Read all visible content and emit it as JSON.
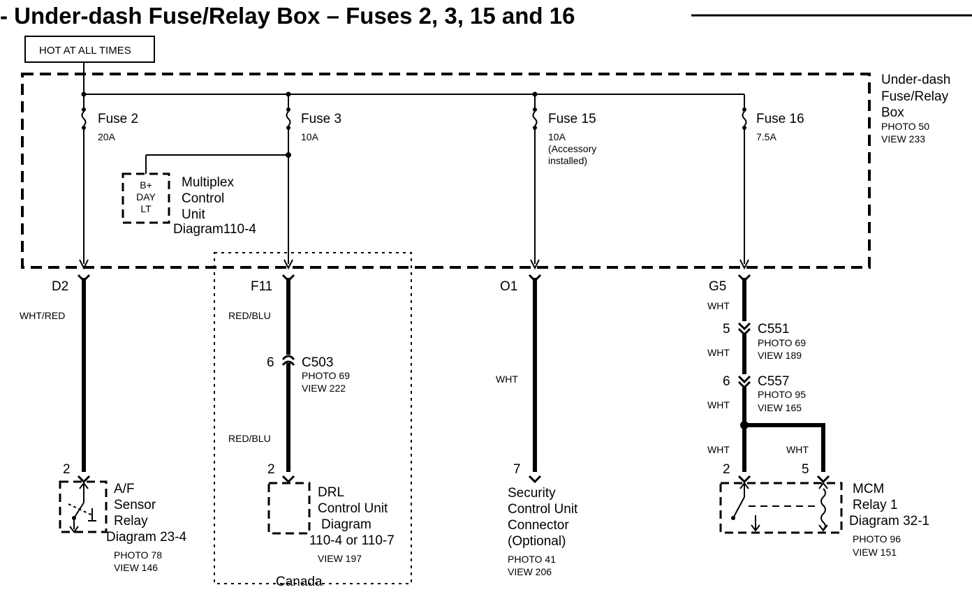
{
  "title": "- Under-dash Fuse/Relay Box – Fuses 2, 3, 15 and 16",
  "hot_label": "HOT AT ALL TIMES",
  "fuse_box": {
    "name_line1": "Under-dash",
    "name_line2": "Fuse/Relay",
    "name_line3": "Box",
    "photo": "PHOTO 50",
    "view": "VIEW 233"
  },
  "fuses": [
    {
      "name": "Fuse 2",
      "rating": "20A"
    },
    {
      "name": "Fuse 3",
      "rating": "10A"
    },
    {
      "name": "Fuse 15",
      "rating": "10A",
      "note1": "(Accessory",
      "note2": "installed)"
    },
    {
      "name": "Fuse 16",
      "rating": "7.5A"
    }
  ],
  "multiplex": {
    "pin_line1": "B+",
    "pin_line2": "DAY",
    "pin_line3": "LT",
    "name_line1": "Multiplex",
    "name_line2": "Control",
    "name_line3": "Unit",
    "diagram": "Diagram110-4"
  },
  "terminals": [
    "D2",
    "F11",
    "O1",
    "G5"
  ],
  "wire_colors": {
    "d2": "WHT/RED",
    "f11_upper": "RED/BLU",
    "f11_lower": "RED/BLU",
    "o1": "WHT",
    "g5_a": "WHT",
    "g5_b": "WHT",
    "g5_c": "WHT",
    "g5_d": "WHT",
    "g5_branch": "WHT"
  },
  "connectors": {
    "c503": {
      "pin": "6",
      "name": "C503",
      "photo": "PHOTO 69",
      "view": "VIEW 222"
    },
    "c551": {
      "pin": "5",
      "name": "C551",
      "photo": "PHOTO 69",
      "view": "VIEW 189"
    },
    "c557": {
      "pin": "6",
      "name": "C557",
      "photo": "PHOTO 95",
      "view": "VIEW 165"
    }
  },
  "af_relay": {
    "pin": "2",
    "line1": "A/F",
    "line2": "Sensor",
    "line3": "Relay",
    "diagram": "Diagram 23-4",
    "photo": "PHOTO 78",
    "view": "VIEW 146"
  },
  "drl": {
    "pin": "2",
    "line1": "DRL",
    "line2": "Control Unit",
    "line3": "Diagram",
    "line4": "110-4 or 110-7",
    "view": "VIEW 197"
  },
  "canada": "Canada",
  "security": {
    "pin": "7",
    "line1": "Security",
    "line2": "Control Unit",
    "line3": "Connector",
    "line4": "(Optional)",
    "photo": "PHOTO 41",
    "view": "VIEW 206"
  },
  "mcm": {
    "pin_a": "2",
    "pin_b": "5",
    "line1": "MCM",
    "line2": "Relay 1",
    "diagram": "Diagram 32-1",
    "photo": "PHOTO 96",
    "view": "VIEW 151"
  }
}
